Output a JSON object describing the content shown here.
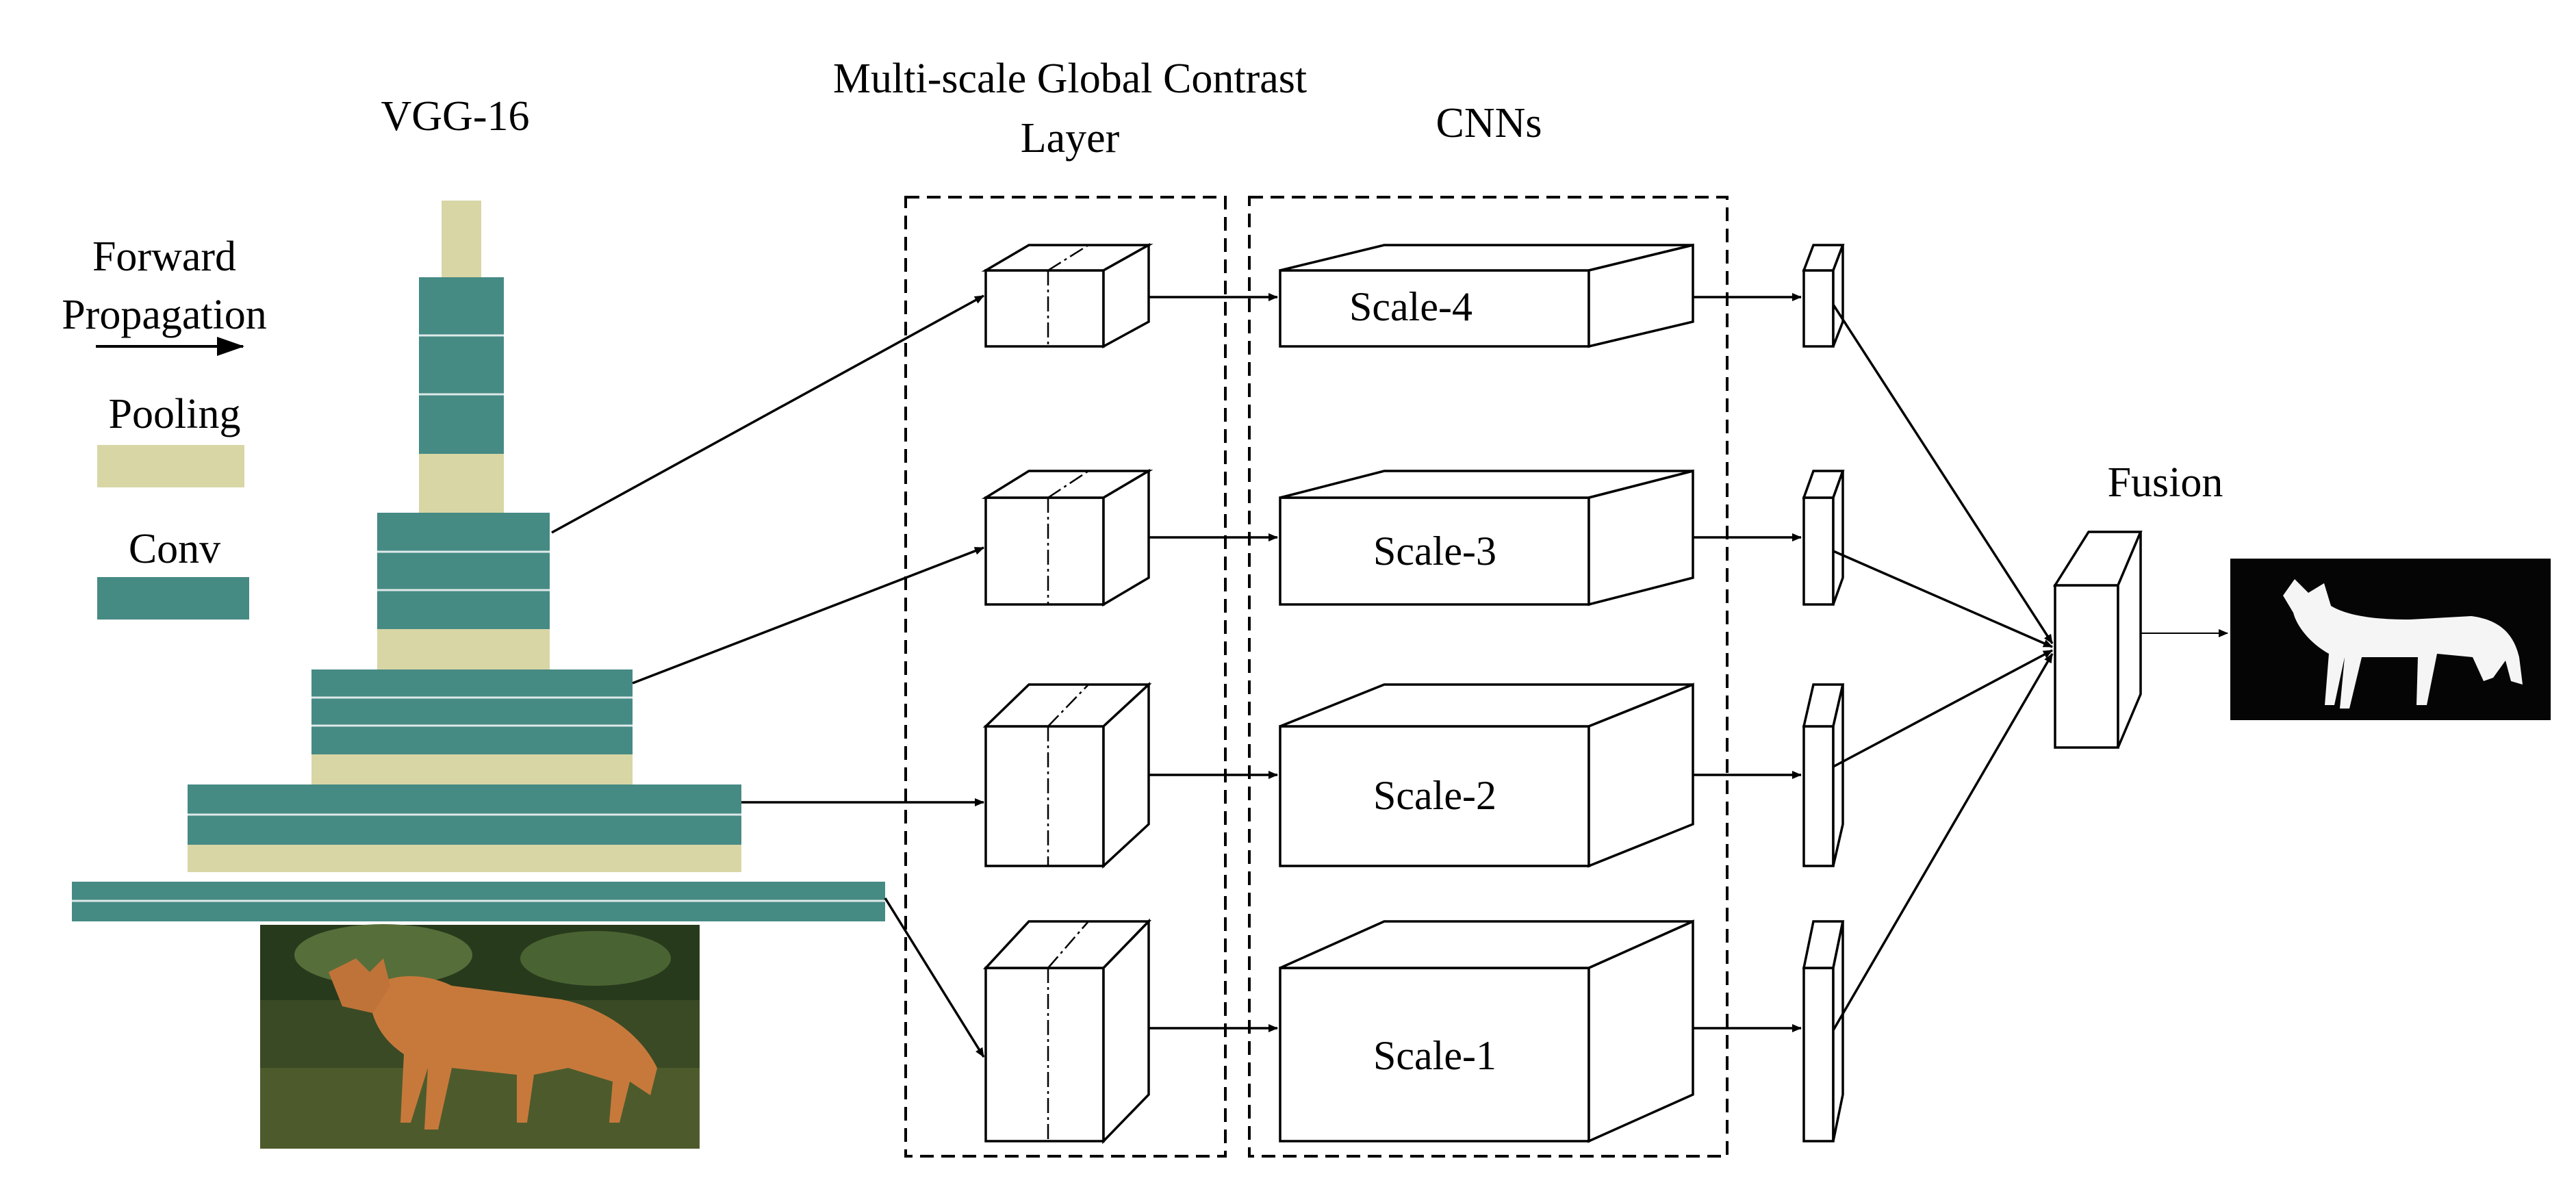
{
  "titles": {
    "vgg": "VGG-16",
    "mgc_line1": "Multi-scale Global Contrast",
    "mgc_line2": "Layer",
    "cnns": "CNNs",
    "fusion": "Fusion"
  },
  "legend": {
    "forward_line1": "Forward",
    "forward_line2": "Propagation",
    "pooling": "Pooling",
    "conv": "Conv"
  },
  "scales": [
    "Scale-4",
    "Scale-3",
    "Scale-2",
    "Scale-1"
  ],
  "colors": {
    "conv": "#468a84",
    "pooling": "#d8d6a5",
    "line": "#000000"
  },
  "images": {
    "input": "photo of a dingo standing on grass",
    "output": "white dog silhouette saliency map on black background"
  }
}
